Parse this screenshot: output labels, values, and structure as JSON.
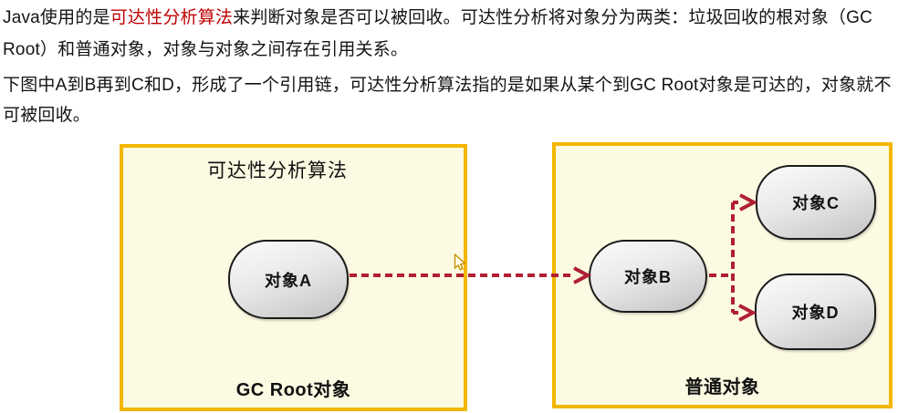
{
  "text": {
    "p1_before": "Java使用的是",
    "p1_highlight": "可达性分析算法",
    "p1_after": "来判断对象是否可以被回收。可达性分析将对象分为两类：垃圾回收的根对象（GC Root）和普通对象，对象与对象之间存在引用关系。",
    "p2": "下图中A到B再到C和D，形成了一个引用链，可达性分析算法指的是如果从某个到GC Root对象是可达的，对象就不可被回收。"
  },
  "diagram": {
    "left_box": {
      "title": "可达性分析算法",
      "footer": "GC Root对象"
    },
    "right_box": {
      "footer": "普通对象"
    },
    "nodes": [
      {
        "id": "A",
        "label": "对象A"
      },
      {
        "id": "B",
        "label": "对象B"
      },
      {
        "id": "C",
        "label": "对象C"
      },
      {
        "id": "D",
        "label": "对象D"
      }
    ],
    "edges": [
      {
        "from": "A",
        "to": "B",
        "style": "dashed-arrow"
      },
      {
        "from": "B",
        "to": "C",
        "style": "dashed-arrow"
      },
      {
        "from": "B",
        "to": "D",
        "style": "dashed-arrow"
      }
    ],
    "colors": {
      "box_border": "#F3B700",
      "box_background": "#FCFAE2",
      "arrow": "#B02032",
      "highlight_text": "#C00000",
      "node_border": "#1B1B1B"
    }
  }
}
